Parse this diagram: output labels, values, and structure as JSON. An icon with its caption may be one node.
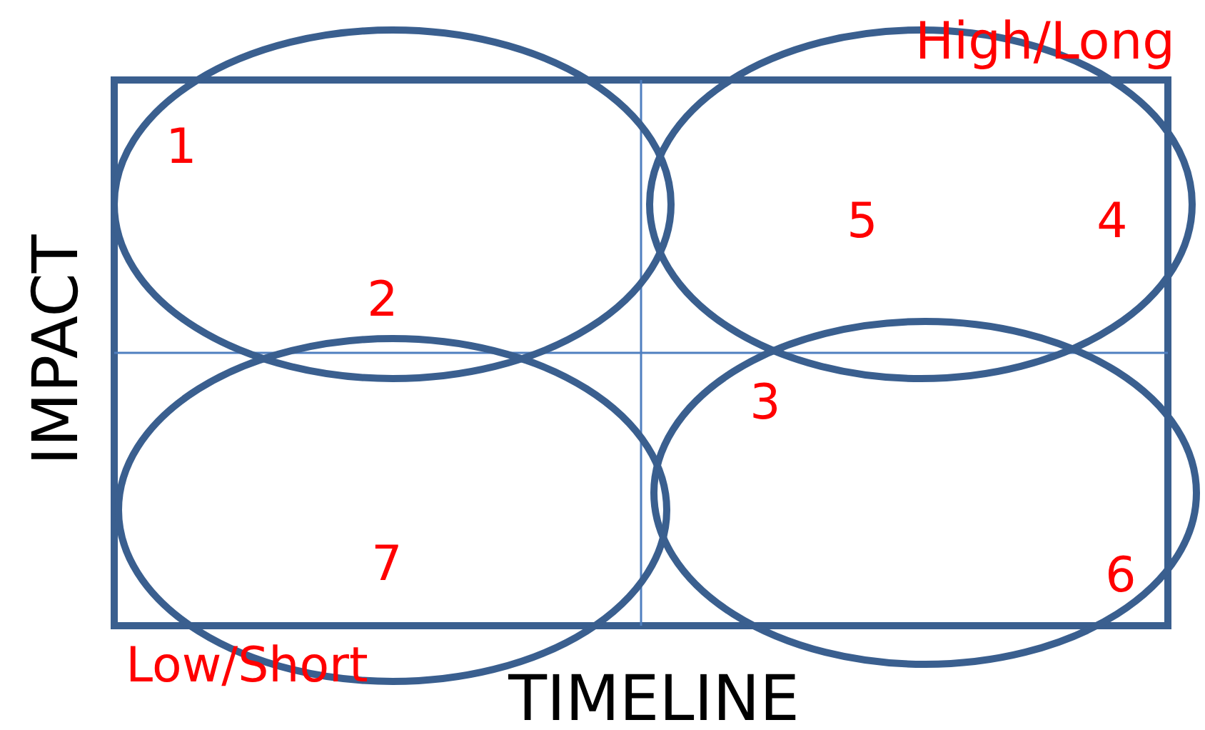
{
  "diagram": {
    "nodes": [
      {
        "text": [],
        "shape": "ellipse"
      },
      {
        "text": [],
        "shape": "ellipse"
      },
      {
        "text": [],
        "shape": "ellipse"
      },
      {
        "text": [],
        "shape": "ellipse"
      }
    ],
    "labels": [
      "High/Long",
      "1",
      "5",
      "4",
      "2",
      "IMPACT",
      "3",
      "7",
      "6",
      "Low/Short",
      "TIMELINE"
    ]
  }
}
